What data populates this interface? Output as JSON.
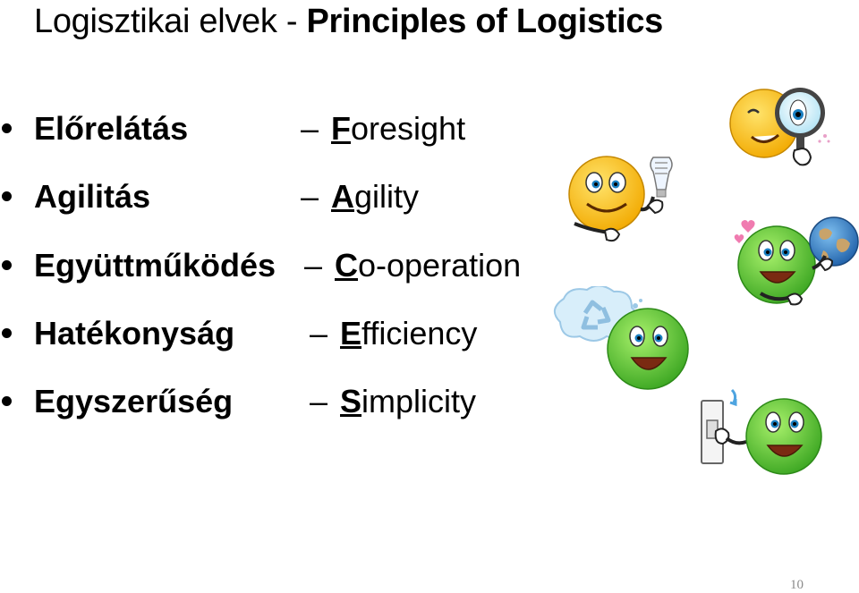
{
  "title": {
    "hungarian": "Logisztikai elvek - ",
    "english": "Principles of Logistics"
  },
  "principles": [
    {
      "hungarian": "Előrelátás",
      "dash": "–",
      "initial": "F",
      "rest": "oresight"
    },
    {
      "hungarian": "Agilitás",
      "dash": "–",
      "initial": "A",
      "rest": "gility"
    },
    {
      "hungarian": "Együttműködés",
      "dash": "–",
      "initial": "C",
      "rest": "o-operation"
    },
    {
      "hungarian": "Hatékonyság",
      "dash": "–",
      "initial": "E",
      "rest": "fficiency"
    },
    {
      "hungarian": "Egyszerűség",
      "dash": "–",
      "initial": "S",
      "rest": "implicity"
    }
  ],
  "page_number": "10",
  "illustrations": [
    {
      "name": "smiley-magnifier-icon",
      "face_color": "#f7c21a"
    },
    {
      "name": "smiley-lightbulb-icon",
      "face_color": "#f7c21a"
    },
    {
      "name": "smiley-globe-icon",
      "face_color": "#5fc73a"
    },
    {
      "name": "smiley-recycle-icon",
      "face_color": "#5fc73a"
    },
    {
      "name": "smiley-light-switch-icon",
      "face_color": "#5fc73a"
    }
  ]
}
